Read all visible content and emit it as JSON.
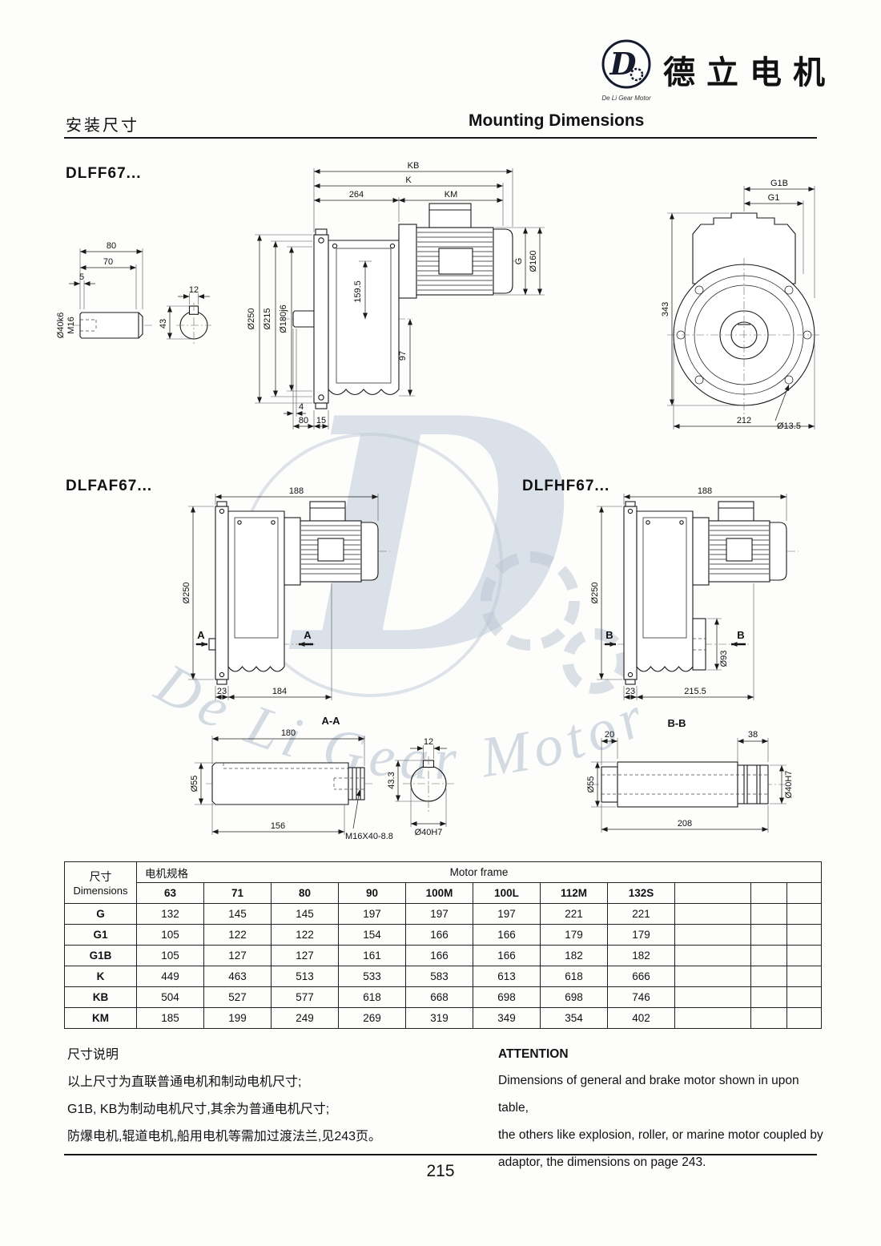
{
  "page": {
    "number": "215"
  },
  "header": {
    "brand": "德立电机",
    "logo_d": "D",
    "logo_sub": "De Li Gear Motor",
    "title_cn": "安装尺寸",
    "title_en": "Mounting Dimensions"
  },
  "watermark": {
    "d": "D",
    "text": "De Li Gear Motor"
  },
  "dlff": {
    "title": "DLFF67...",
    "shaft_view": {
      "d80": "80",
      "d70": "70",
      "d5": "5",
      "m16": "M16",
      "d40k6": "Ø40k6",
      "d12": "12",
      "d43": "43"
    },
    "main": {
      "kb": "KB",
      "k": "K",
      "d264": "264",
      "km": "KM",
      "g": "G",
      "d160": "Ø160",
      "d250": "Ø250",
      "d215": "Ø215",
      "d180j6": "Ø180j6",
      "d1595": "159.5",
      "d97": "97",
      "d4": "4",
      "d80": "80",
      "d15": "15"
    },
    "rear": {
      "g1b": "G1B",
      "g1": "G1",
      "d343": "343",
      "d135": "Ø13.5",
      "d212": "212"
    }
  },
  "dlfaf": {
    "title": "DLFAF67...",
    "dims": {
      "d188": "188",
      "d250": "Ø250",
      "a": "A",
      "d23": "23",
      "d184": "184"
    }
  },
  "dlfhf": {
    "title": "DLFHF67...",
    "dims": {
      "d188": "188",
      "d250": "Ø250",
      "b": "B",
      "d93": "Ø93",
      "d23": "23",
      "d2155": "215.5"
    }
  },
  "section_aa": {
    "title": "A-A",
    "dims": {
      "d180": "180",
      "d55": "Ø55",
      "d156": "156",
      "thread": "M16X40-8.8",
      "d12": "12",
      "d433": "43.3",
      "d40h7": "Ø40H7"
    }
  },
  "section_bb": {
    "title": "B-B",
    "dims": {
      "d20": "20",
      "d38": "38",
      "d55": "Ø55",
      "d208": "208",
      "d40h7": "Ø40H7"
    }
  },
  "table": {
    "dim_label_cn": "尺寸",
    "dim_label_en": "Dimensions",
    "motor_label_cn": "电机规格",
    "motor_label_en": "Motor frame",
    "columns": [
      "63",
      "71",
      "80",
      "90",
      "100M",
      "100L",
      "112M",
      "132S"
    ],
    "rows": [
      {
        "label": "G",
        "values": [
          "132",
          "145",
          "145",
          "197",
          "197",
          "197",
          "221",
          "221"
        ]
      },
      {
        "label": "G1",
        "values": [
          "105",
          "122",
          "122",
          "154",
          "166",
          "166",
          "179",
          "179"
        ]
      },
      {
        "label": "G1B",
        "values": [
          "105",
          "127",
          "127",
          "161",
          "166",
          "166",
          "182",
          "182"
        ]
      },
      {
        "label": "K",
        "values": [
          "449",
          "463",
          "513",
          "533",
          "583",
          "613",
          "618",
          "666"
        ]
      },
      {
        "label": "KB",
        "values": [
          "504",
          "527",
          "577",
          "618",
          "668",
          "698",
          "698",
          "746"
        ]
      },
      {
        "label": "KM",
        "values": [
          "185",
          "199",
          "249",
          "269",
          "319",
          "349",
          "354",
          "402"
        ]
      }
    ]
  },
  "notes": {
    "cn_title": "尺寸说明",
    "cn_lines": [
      "以上尺寸为直联普通电机和制动电机尺寸;",
      "G1B, KB为制动电机尺寸,其余为普通电机尺寸;",
      "防爆电机,辊道电机,船用电机等需加过渡法兰,见243页。"
    ],
    "en_title": "ATTENTION",
    "en_lines": [
      "Dimensions of general and brake motor shown in upon table,",
      "the others like explosion, roller, or marine motor coupled by",
      "adaptor, the dimensions on page 243."
    ]
  }
}
